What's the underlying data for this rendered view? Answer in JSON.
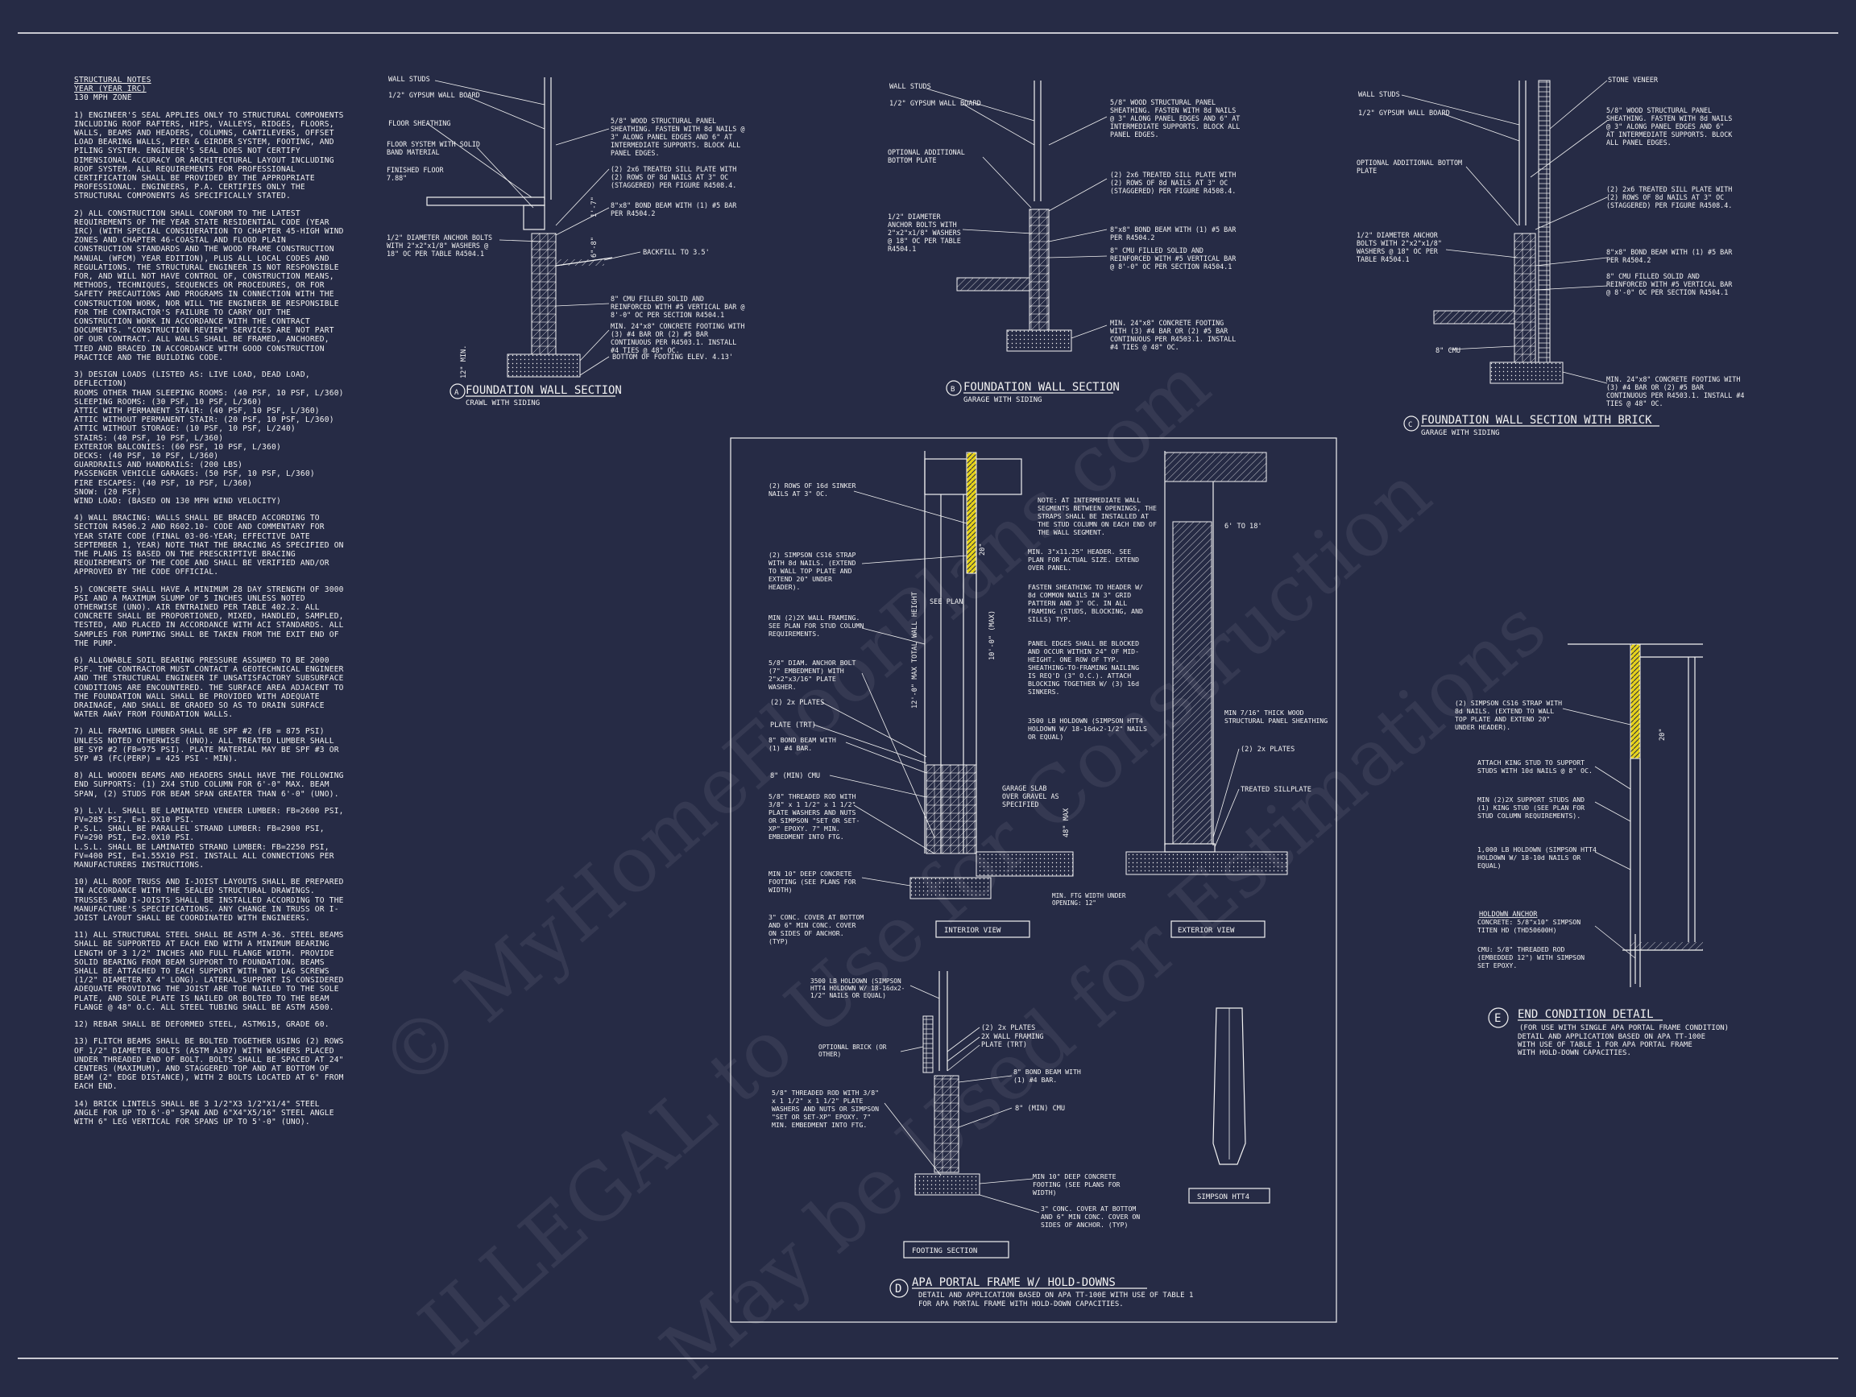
{
  "watermark": {
    "line1": "© MyHomeFloorPlans.com",
    "line2": "ILLEGAL to Use for Construction",
    "line3": "May be Used for Estimations"
  },
  "notes": {
    "heading_lines": [
      "STRUCTURAL NOTES",
      "YEAR (YEAR IRC)",
      "130 mph ZONE"
    ],
    "paragraphs": [
      "1) ENGINEER'S SEAL APPLIES ONLY TO STRUCTURAL COMPONENTS INCLUDING ROOF RAFTERS, HIPS, VALLEYS, RIDGES, FLOORS, WALLS, BEAMS AND HEADERS, COLUMNS, CANTILEVERS, OFFSET LOAD BEARING WALLS, PIER & GIRDER SYSTEM, FOOTING, AND PILING SYSTEM. ENGINEER'S SEAL DOES NOT CERTIFY DIMENSIONAL ACCURACY OR ARCHITECTURAL LAYOUT INCLUDING ROOF SYSTEM. ALL REQUIREMENTS FOR PROFESSIONAL CERTIFICATION SHALL BE PROVIDED BY THE APPROPRIATE PROFESSIONAL. ENGINEERS, P.A. CERTIFIES ONLY THE STRUCTURAL COMPONENTS AS SPECIFICALLY STATED.",
      "2) ALL CONSTRUCTION SHALL CONFORM TO THE LATEST REQUIREMENTS OF THE YEAR STATE RESIDENTIAL CODE (YEAR IRC) (WITH SPECIAL CONSIDERATION TO CHAPTER 45-HIGH WIND ZONES AND CHAPTER 46-COASTAL AND FLOOD PLAIN CONSTRUCTION STANDARDS AND THE WOOD FRAME CONSTRUCTION MANUAL (WFCM) YEAR EDITION), PLUS ALL LOCAL CODES AND REGULATIONS. THE STRUCTURAL ENGINEER IS NOT RESPONSIBLE FOR, AND WILL NOT HAVE CONTROL OF, CONSTRUCTION MEANS, METHODS, TECHNIQUES, SEQUENCES OR PROCEDURES, OR FOR SAFETY PRECAUTIONS AND PROGRAMS IN CONNECTION WITH THE CONSTRUCTION WORK, NOR WILL THE ENGINEER BE RESPONSIBLE FOR THE CONTRACTOR'S FAILURE TO CARRY OUT THE CONSTRUCTION WORK IN ACCORDANCE WITH THE CONTRACT DOCUMENTS. \"CONSTRUCTION REVIEW\" SERVICES ARE NOT PART OF OUR CONTRACT. ALL WALLS SHALL BE FRAMED, ANCHORED, TIED AND BRACED IN ACCORDANCE WITH GOOD CONSTRUCTION PRACTICE AND THE BUILDING CODE.",
      "3) DESIGN LOADS (LISTED AS: LIVE LOAD, DEAD LOAD, DEFLECTION)\nROOMS OTHER THAN SLEEPING ROOMS: (40 PSF, 10 PSF, L/360)\nSLEEPING ROOMS: (30 PSF, 10 PSF, L/360)\nATTIC WITH PERMANENT STAIR: (40 PSF, 10 PSF, L/360)\nATTIC WITHOUT PERMANENT STAIR: (20 PSF, 10 PSF, L/360)\nATTIC WITHOUT STORAGE: (10 PSF, 10 PSF, L/240)\nSTAIRS: (40 PSF, 10 PSF, L/360)\nEXTERIOR BALCONIES: (60 PSF, 10 PSF, L/360)\nDECKS: (40 PSF, 10 PSF, L/360)\nGUARDRAILS AND HANDRAILS: (200 LBS)\nPASSENGER VEHICLE GARAGES: (50 PSF, 10 PSF, L/360)\nFIRE ESCAPES: (40 PSF, 10 PSF, L/360)\nSNOW: (20 PSF)\nWIND LOAD: (BASED ON 130 MPH WIND VELOCITY)",
      "4) WALL BRACING: WALLS SHALL BE BRACED ACCORDING TO SECTION R4506.2 AND R602.10- CODE AND COMMENTARY FOR YEAR STATE CODE (FINAL 03-06-YEAR; EFFECTIVE DATE SEPTEMBER 1, YEAR) NOTE THAT THE BRACING AS SPECIFIED ON THE PLANS IS BASED ON THE PRESCRIPTIVE BRACING REQUIREMENTS OF THE CODE AND SHALL BE VERIFIED AND/OR APPROVED BY THE CODE OFFICIAL.",
      "5) CONCRETE SHALL HAVE A MINIMUM 28 DAY STRENGTH OF 3000 PSI AND A MAXIMUM SLUMP OF 5 INCHES UNLESS NOTED OTHERWISE (UNO). AIR ENTRAINED PER TABLE 402.2. ALL CONCRETE SHALL BE PROPORTIONED, MIXED, HANDLED, SAMPLED, TESTED, AND PLACED IN ACCORDANCE WITH ACI STANDARDS. ALL SAMPLES FOR PUMPING SHALL BE TAKEN FROM THE EXIT END OF THE PUMP.",
      "6) ALLOWABLE SOIL BEARING PRESSURE ASSUMED TO BE 2000 PSF. THE CONTRACTOR MUST CONTACT A GEOTECHNICAL ENGINEER AND THE STRUCTURAL ENGINEER IF UNSATISFACTORY SUBSURFACE CONDITIONS ARE ENCOUNTERED. THE SURFACE AREA ADJACENT TO THE FOUNDATION WALL SHALL BE PROVIDED WITH ADEQUATE DRAINAGE, AND SHALL BE GRADED SO AS TO DRAIN SURFACE WATER AWAY FROM FOUNDATION WALLS.",
      "7) ALL FRAMING LUMBER SHALL BE SPF #2 (Fb = 875 PSI) UNLESS NOTED OTHERWISE (UNO). ALL TREATED LUMBER SHALL BE SYP #2 (Fb=975 PSI). PLATE MATERIAL MAY BE SPF #3 OR SYP #3 (Fc(perp) = 425 PSI - MIN).",
      "8) ALL WOODEN BEAMS AND HEADERS SHALL HAVE THE FOLLOWING END SUPPORTS: (1) 2x4 STUD COLUMN FOR 6'-0\" MAX. BEAM SPAN, (2) STUDS FOR BEAM SPAN GREATER THAN 6'-0\" (UNO).",
      "9) L.V.L. SHALL BE LAMINATED VENEER LUMBER: Fb=2600 PSI, Fv=285 PSI, E=1.9x10 PSI.\nP.S.L. SHALL BE PARALLEL STRAND LUMBER: Fb=2900 PSI, Fv=290 PSI, E=2.0x10 PSI.\nL.S.L. SHALL BE LAMINATED STRAND LUMBER: Fb=2250 PSI, Fv=400 PSI, E=1.55x10 PSI. INSTALL ALL CONNECTIONS PER MANUFACTURERS INSTRUCTIONS.",
      "10) ALL ROOF TRUSS AND I-JOIST LAYOUTS SHALL BE PREPARED IN ACCORDANCE WITH THE SEALED STRUCTURAL DRAWINGS. TRUSSES AND I-JOISTS SHALL BE INSTALLED ACCORDING TO THE MANUFACTURE'S SPECIFICATIONS. ANY CHANGE IN TRUSS OR I-JOIST LAYOUT SHALL BE COORDINATED WITH ENGINEERS.",
      "11) ALL STRUCTURAL STEEL SHALL BE ASTM A-36. STEEL BEAMS SHALL BE SUPPORTED AT EACH END WITH A MINIMUM BEARING LENGTH OF 3 1/2\" INCHES AND FULL FLANGE WIDTH. PROVIDE SOLID BEARING FROM BEAM SUPPORT TO FOUNDATION. BEAMS SHALL BE ATTACHED TO EACH SUPPORT WITH TWO LAG SCREWS (1/2\" DIAMETER x 4\" LONG). LATERAL SUPPORT IS CONSIDERED ADEQUATE PROVIDING THE JOIST ARE TOE NAILED TO THE SOLE PLATE, AND SOLE PLATE IS NAILED OR BOLTED TO THE BEAM FLANGE @ 48\" O.C. ALL STEEL TUBING SHALL BE ASTM A500.",
      "12) REBAR SHALL BE DEFORMED STEEL, ASTM615, GRADE 60.",
      "13) FLITCH BEAMS SHALL BE BOLTED TOGETHER USING (2) ROWS OF 1/2\" DIAMETER BOLTS (ASTM A307) WITH WASHERS PLACED UNDER THREADED END OF BOLT. BOLTS SHALL BE SPACED AT 24\" CENTERS (MAXIMUM), AND STAGGERED TOP AND AT BOTTOM OF BEAM (2\" EDGE DISTANCE), WITH 2 BOLTS LOCATED AT 6\" FROM EACH END.",
      "14) BRICK LINTELS SHALL BE 3 1/2\"x3 1/2\"x1/4\" STEEL ANGLE FOR UP TO 6'-0\" SPAN AND 6\"x4\"x5/16\" STEEL ANGLE WITH 6\" LEG VERTICAL FOR SPANS UP TO 5'-0\" (UNO)."
    ]
  },
  "detail_a": {
    "mark": "A",
    "title": "FOUNDATION WALL SECTION",
    "subtitle": "CRAWL WITH SIDING",
    "labels": {
      "studs": "WALL STUDS",
      "gypsum": "1/2\" GYPSUM WALL BOARD",
      "sheathing_floor": "FLOOR SHEATHING",
      "floor_system": "FLOOR SYSTEM WITH SOLID BAND MATERIAL",
      "finished_floor": "FINISHED FLOOR 7.88\"",
      "anchor": "1/2\" DIAMETER ANCHOR BOLTS WITH 2\"x2\"x1/8\" WASHERS @ 18\" OC PER TABLE R4504.1",
      "panel": "5/8\" WOOD STRUCTURAL PANEL SHEATHING. FASTEN WITH 8d NAILS @ 3\" ALONG PANEL EDGES AND 6\" AT INTERMEDIATE SUPPORTS. BLOCK ALL PANEL EDGES.",
      "sill": "(2) 2x6 TREATED SILL PLATE WITH (2) ROWS OF 8d NAILS AT 3\" OC (STAGGERED) PER FIGURE R4508.4.",
      "bond": "8\"x8\" BOND BEAM WITH (1) #5 BAR PER R4504.2",
      "backfill": "BACKFILL TO 3.5'",
      "cmu": "8\" CMU FILLED SOLID AND REINFORCED WITH #5 VERTICAL BAR @ 8'-0\" OC PER SECTION R4504.1",
      "footing": "MIN. 24\"x8\" CONCRETE FOOTING WITH (3) #4 BAR OR (2) #5 BAR CONTINUOUS PER R4503.1. INSTALL #4 TIES @ 48\" OC.",
      "bottom": "BOTTOM OF FOOTING ELEV. 4.13'",
      "dim_1": "1'-7\"",
      "dim_2": "6\"-8\"",
      "dim_3": "12\" MIN."
    }
  },
  "detail_b": {
    "mark": "B",
    "title": "FOUNDATION WALL SECTION",
    "subtitle": "GARAGE WITH SIDING",
    "labels": {
      "studs": "WALL STUDS",
      "gypsum": "1/2\" GYPSUM WALL BOARD",
      "bottom_plate": "OPTIONAL ADDITIONAL BOTTOM PLATE",
      "anchor": "1/2\" DIAMETER ANCHOR BOLTS WITH 2\"x2\"x1/8\" WASHERS @ 18\" OC PER TABLE R4504.1",
      "panel": "5/8\" WOOD STRUCTURAL PANEL SHEATHING. FASTEN WITH 8d NAILS @ 3\" ALONG PANEL EDGES AND 6\" AT INTERMEDIATE SUPPORTS. BLOCK ALL PANEL EDGES.",
      "sill": "(2) 2x6 TREATED SILL PLATE WITH (2) ROWS OF 8d NAILS AT 3\" OC (STAGGERED) PER FIGURE R4508.4.",
      "bond": "8\"x8\" BOND BEAM WITH (1) #5 BAR PER R4504.2",
      "cmu": "8\" CMU FILLED SOLID AND REINFORCED WITH #5 VERTICAL BAR @ 8'-0\" OC PER SECTION R4504.1",
      "footing": "MIN. 24\"x8\" CONCRETE FOOTING WITH (3) #4 BAR OR (2) #5 BAR CONTINUOUS PER R4503.1. INSTALL #4 TIES @ 48\" OC."
    }
  },
  "detail_c": {
    "mark": "C",
    "title": "FOUNDATION WALL SECTION WITH BRICK",
    "subtitle": "GARAGE WITH SIDING",
    "labels": {
      "studs": "WALL STUDS",
      "gypsum": "1/2\" GYPSUM WALL BOARD",
      "stone": "STONE VENEER",
      "bottom_plate": "OPTIONAL ADDITIONAL BOTTOM PLATE",
      "anchor": "1/2\" DIAMETER ANCHOR BOLTS WITH 2\"x2\"x1/8\" WASHERS @ 18\" OC PER TABLE R4504.1",
      "panel": "5/8\" WOOD STRUCTURAL PANEL SHEATHING. FASTEN WITH 8d NAILS @ 3\" ALONG PANEL EDGES AND 6\" AT INTERMEDIATE SUPPORTS. BLOCK ALL PANEL EDGES.",
      "sill": "(2) 2x6 TREATED SILL PLATE WITH (2) ROWS OF 8d NAILS AT 3\" OC (STAGGERED) PER FIGURE R4508.4.",
      "bond": "8\"x8\" BOND BEAM WITH (1) #5 BAR PER R4504.2",
      "cmu": "8\" CMU FILLED SOLID AND REINFORCED WITH #5 VERTICAL BAR @ 8'-0\" OC PER SECTION R4504.1",
      "cmu_short": "8\" CMU",
      "footing": "MIN. 24\"x8\" CONCRETE FOOTING WITH (3) #4 BAR OR (2) #5 BAR CONTINUOUS PER R4503.1. INSTALL #4 TIES @ 48\" OC."
    }
  },
  "detail_d": {
    "mark": "D",
    "title": "APA PORTAL FRAME W/ HOLD-DOWNS",
    "subtitle_1": "DETAIL AND APPLICATION BASED ON APA TT-100E WITH USE OF TABLE 1",
    "subtitle_2": "FOR APA PORTAL FRAME WITH HOLD-DOWN CAPACITIES.",
    "interior_view": "INTERIOR VIEW",
    "exterior_view": "EXTERIOR VIEW",
    "footing_section": "FOOTING SECTION",
    "simpson": "SIMPSON HTT4",
    "labels": {
      "sinker": "(2) ROWS OF 16d SINKER NAILS AT 3\" OC.",
      "strap": "(2) SIMPSON CS16 STRAP WITH 8d NAILS. (EXTEND TO WALL TOP PLATE AND EXTEND 20\" UNDER HEADER).",
      "framing": "MIN (2)2X WALL FRAMING. SEE PLAN FOR STUD COLUMN REQUIREMENTS.",
      "anchor_bolt": "5/8\" DIAM. ANCHOR BOLT (7\" EMBEDMENT) WITH 2\"x2\"x3/16\" PLATE WASHER.",
      "plates": "(2) 2x PLATES",
      "plate_trt": "PLATE (TRT)",
      "bond_beam": "8\" BOND BEAM WITH (1) #4 BAR.",
      "cmu": "8\" (MIN) CMU",
      "rod": "5/8\" THREADED ROD WITH 3/8\" x 1 1/2\" x 1 1/2\" PLATE WASHERS AND NUTS OR SIMPSON \"SET OR SET-XP\" EPOXY. 7\" MIN. EMBEDMENT INTO FTG.",
      "footing": "MIN 10\" DEEP CONCRETE FOOTING (SEE PLANS FOR WIDTH)",
      "cover": "3\" CONC. COVER AT BOTTOM AND 6\" MIN CONC. COVER ON SIDES OF ANCHOR. (TYP)",
      "see_plan": "SEE PLAN",
      "dim_20": "20\"",
      "dim_wall": "12'-0\" MAX TOTAL WALL HEIGHT",
      "dim_10": "10'-0\" (MAX)",
      "dim_48": "48\" MAX",
      "garage_slab": "GARAGE SLAB OVER GRAVEL AS SPECIFIED",
      "ftg_width": "MIN. FTG WIDTH UNDER OPENING: 12\"",
      "note_wall": "NOTE: AT INTERMEDIATE WALL SEGMENTS BETWEEN OPENINGS, THE STRAPS SHALL BE INSTALLED AT THE STUD COLUMN ON EACH END OF THE WALL SEGMENT.",
      "header": "MIN. 3\"x11.25\" HEADER. SEE PLAN FOR ACTUAL SIZE. EXTEND OVER PANEL.",
      "fasten": "FASTEN SHEATHING TO HEADER W/ 8d COMMON NAILS IN 3\" GRID PATTERN AND 3\" OC. IN ALL FRAMING (STUDS, BLOCKING, AND SILLS) TYP.",
      "panel_edges": "PANEL EDGES SHALL BE BLOCKED AND OCCUR WITHIN 24\" OF MID-HEIGHT. ONE ROW OF TYP. SHEATHING-TO-FRAMING NAILING IS REQ'D (3\" O.C.). ATTACH BLOCKING TOGETHER W/ (3) 16d SINKERS.",
      "holdown": "3500 LB HOLDOWN (SIMPSON HTT4 HOLDOWN W/ 18-16dx2-1/2\" NAILS OR EQUAL)",
      "dim_6_18": "6' TO 18'",
      "wood_panel": "MIN 7/16\" THICK WOOD STRUCTURAL PANEL SHEATHING",
      "plates_ext": "(2) 2x PLATES",
      "sillplate": "TREATED SILLPLATE",
      "fs_holdown": "3500 LB HOLDOWN (SIMPSON HTT4 HOLDOWN W/ 18-16dx2-1/2\" NAILS OR EQUAL)",
      "fs_framing": "2X WALL FRAMING",
      "fs_plates": "(2) 2x PLATES",
      "fs_plate": "PLATE (TRT)",
      "fs_brick": "OPTIONAL BRICK (OR OTHER)",
      "fs_bond": "8\" BOND BEAM WITH (1) #4 BAR.",
      "fs_cmu": "8\" (MIN) CMU",
      "fs_rod": "5/8\" THREADED ROD WITH 3/8\" x 1 1/2\" x 1 1/2\" PLATE WASHERS AND NUTS OR SIMPSON \"SET OR SET-XP\" EPOXY. 7\" MIN. EMBEDMENT INTO FTG.",
      "fs_footing": "MIN 10\" DEEP CONCRETE FOOTING (SEE PLANS FOR WIDTH)",
      "fs_cover": "3\" CONC. COVER AT BOTTOM AND 6\" MIN CONC. COVER ON SIDES OF ANCHOR. (TYP)"
    }
  },
  "detail_e": {
    "mark": "E",
    "title": "END CONDITION DETAIL",
    "subtitle_1": "(FOR USE WITH SINGLE APA PORTAL FRAME CONDITION)",
    "subtitle_2": "DETAIL AND APPLICATION BASED ON APA TT-100E WITH USE OF TABLE 1 FOR APA PORTAL FRAME WITH HOLD-DOWN CAPACITIES.",
    "labels": {
      "strap": "(2) SIMPSON CS16 STRAP WITH 8d NAILS. (EXTEND TO WALL TOP PLATE AND EXTEND 20\" UNDER HEADER).",
      "king": "ATTACH KING STUD TO SUPPORT STUDS WITH 10d NAILS @ 8\" OC.",
      "support": "MIN (2)2X SUPPORT STUDS AND (1) KING STUD (SEE PLAN FOR STUD COLUMN REQUIREMENTS).",
      "holdown": "1,000 LB HOLDOWN (SIMPSON HTT4 HOLDOWN W/ 18-10d NAILS OR EQUAL)",
      "anchor_head": "HOLDOWN ANCHOR",
      "anchor": "CONCRETE: 5/8\"x10\" SIMPSON TITEN HD (THD50600H)",
      "cmu": "CMU: 5/8\" THREADED ROD (EMBEDDED 12\") WITH SIMPSON SET EPOXY.",
      "dim_20": "20\""
    }
  }
}
